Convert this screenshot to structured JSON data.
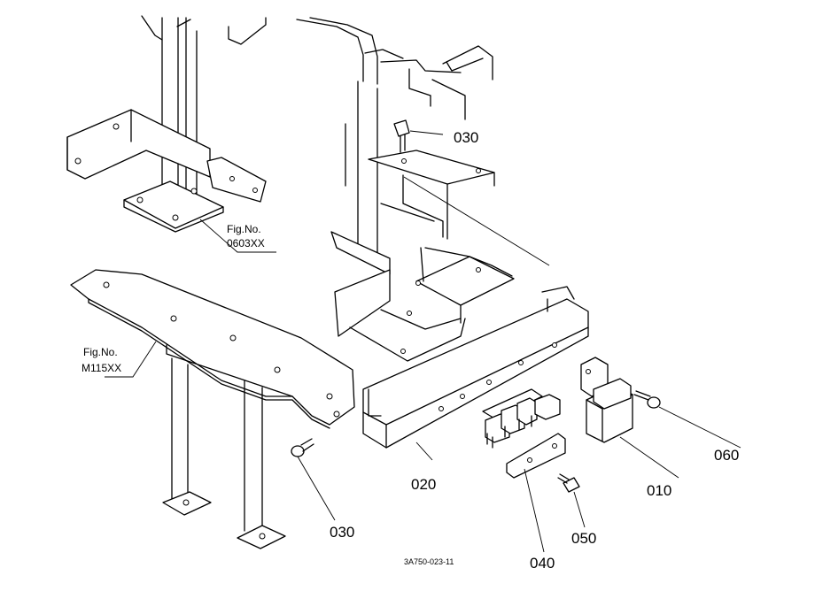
{
  "part_labels": {
    "p010": "010",
    "p020": "020",
    "p030a": "030",
    "p030b": "030",
    "p040": "040",
    "p050": "050",
    "p060": "060"
  },
  "fig_refs": {
    "fig1_title": "Fig.No.",
    "fig1_number": "0603XX",
    "fig2_title": "Fig.No.",
    "fig2_number": "M115XX"
  },
  "drawing_code": "3A750-023-11"
}
